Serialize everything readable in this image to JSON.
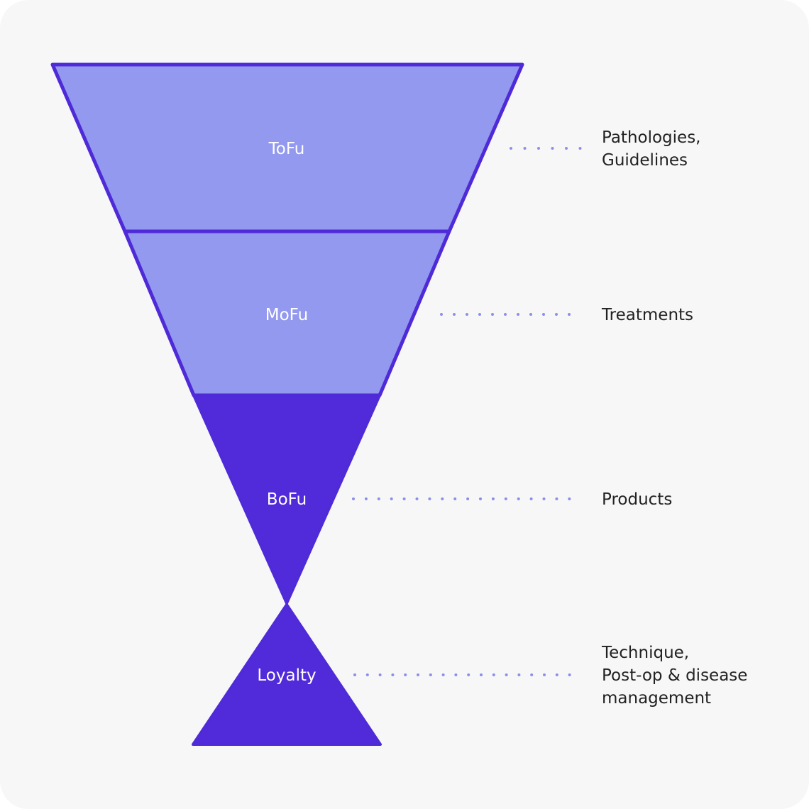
{
  "stages": [
    {
      "label": "ToFu",
      "description": "Pathologies,\nGuidelines"
    },
    {
      "label": "MoFu",
      "description": "Treatments"
    },
    {
      "label": "BoFu",
      "description": "Products"
    },
    {
      "label": "Loyalty",
      "description": "Technique,\nPost-op & disease\nmanagement"
    }
  ],
  "colors": {
    "light": "#9399ee",
    "dark": "#512bd9",
    "stroke": "#4f2bd8",
    "dots": "#8a90ea"
  }
}
